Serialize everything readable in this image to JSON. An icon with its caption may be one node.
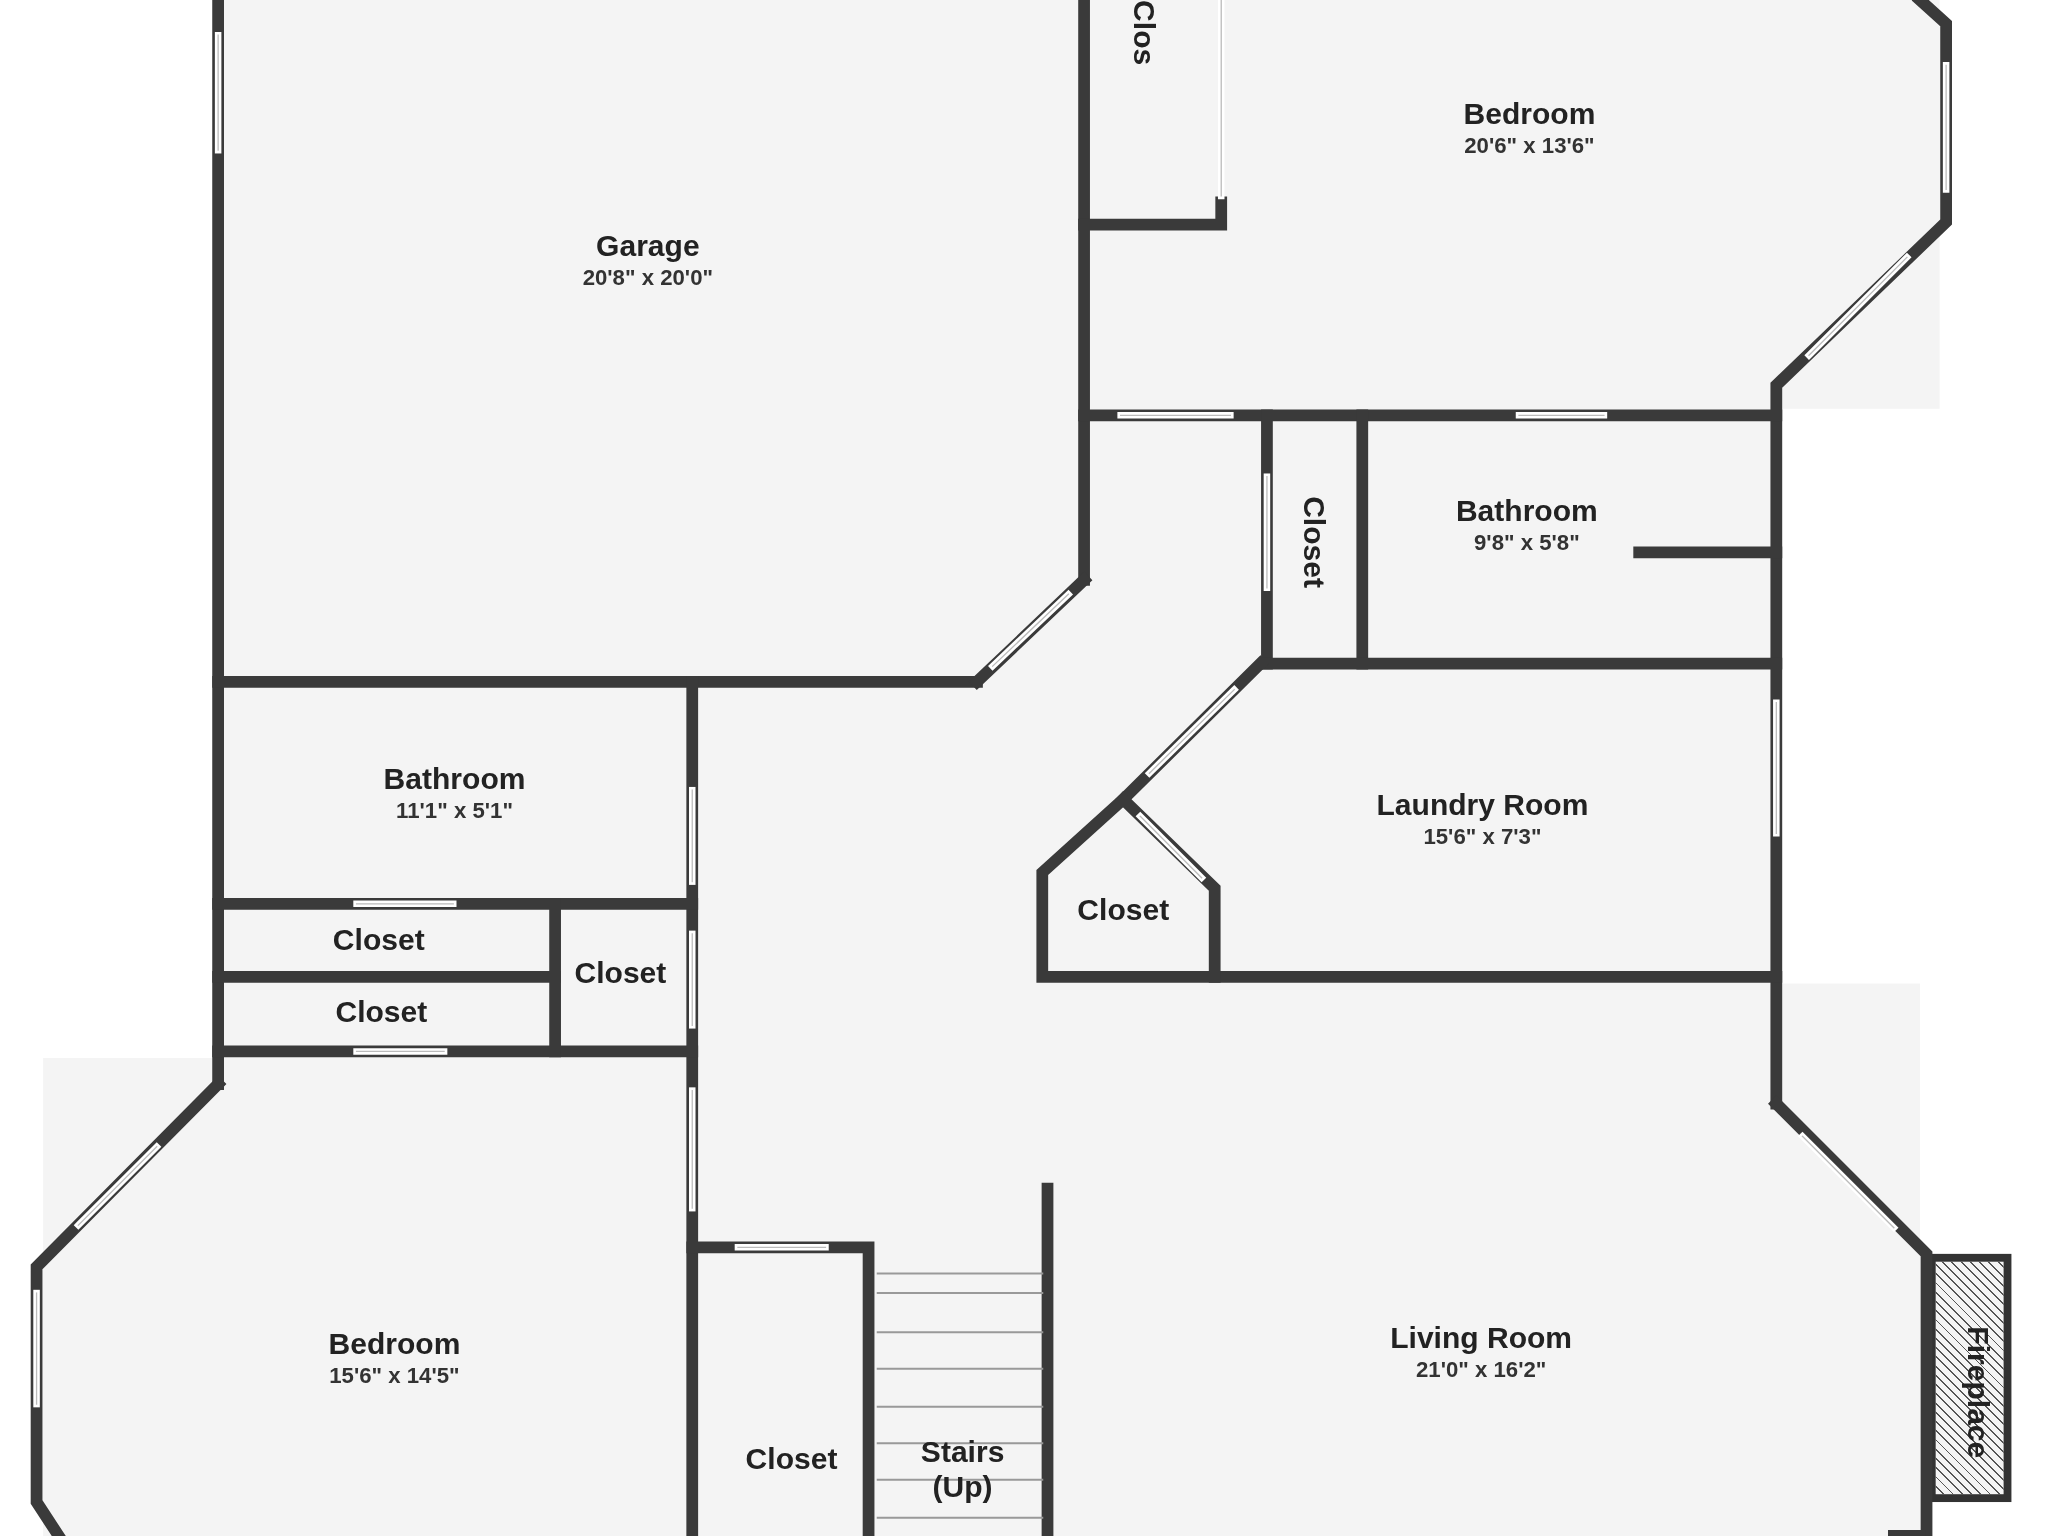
{
  "diagram": {
    "nodes": [
      {
        "text": [
          "Clos"
        ]
      },
      {
        "text": [
          "Bedroom",
          "20'6\" x 13'6\""
        ]
      },
      {
        "text": [
          "Garage",
          "20'8\" x 20'0\""
        ]
      },
      {
        "text": [
          "Bathroom",
          "9'8\" x 5'8\""
        ]
      },
      {
        "text": [
          "Closet"
        ]
      },
      {
        "text": [
          "Bathroom",
          "11'1\" x 5'1\""
        ]
      },
      {
        "text": [
          "Laundry Room",
          "15'6\" x 7'3\""
        ]
      },
      {
        "text": [
          "Closet"
        ]
      },
      {
        "text": [
          "Closet"
        ]
      },
      {
        "text": [
          "Closet"
        ]
      },
      {
        "text": [
          "Closet"
        ]
      },
      {
        "text": [
          "Living Room",
          "21'0\" x 16'2\""
        ]
      },
      {
        "text": [
          "Bedroom",
          "15'6\" x 14'5\""
        ]
      },
      {
        "text": [
          "Fireplace"
        ]
      },
      {
        "text": [
          "Closet"
        ]
      },
      {
        "text": [
          "Stairs (Up)"
        ]
      }
    ]
  }
}
